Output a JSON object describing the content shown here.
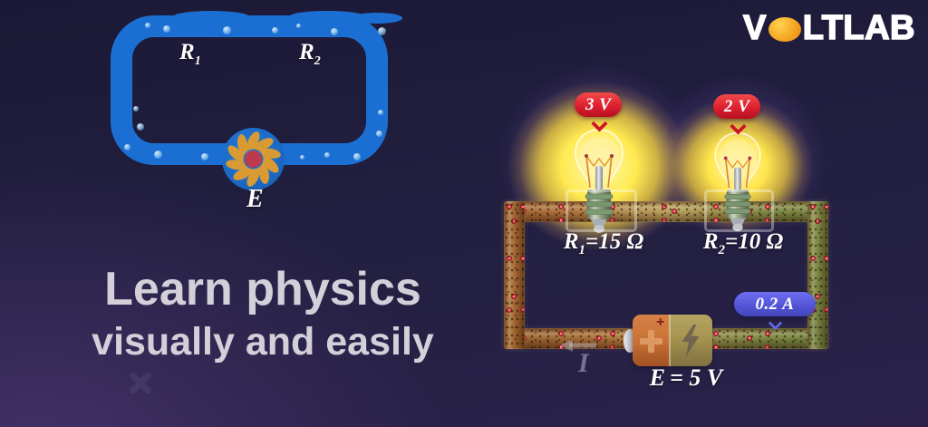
{
  "brand": {
    "name_prefix": "V",
    "name_suffix": "LTLAB",
    "o_icon": "orange-ellipse-o"
  },
  "headline": {
    "line1": "Learn physics",
    "line2": "visually and easily"
  },
  "pipe_diagram": {
    "r1": {
      "symbol": "R",
      "sub": "1"
    },
    "r2": {
      "symbol": "R",
      "sub": "2"
    },
    "pump_label": "E"
  },
  "circuit_diagram": {
    "bulb1": {
      "voltage": "3 V",
      "r_symbol": "R",
      "r_sub": "1",
      "r_value": "=15 Ω"
    },
    "bulb2": {
      "voltage": "2 V",
      "r_symbol": "R",
      "r_sub": "2",
      "r_value": "=10 Ω"
    },
    "current": {
      "badge": "0.2 A",
      "arrow_label": "I"
    },
    "battery": {
      "symbol": "E",
      "value": "= 5 V",
      "polarity": "+"
    }
  },
  "colors": {
    "background_top": "#1c1937",
    "background_bottom": "#2a224a",
    "pipe_blue": "#1c6fd2",
    "glow_yellow": "#ffe84f",
    "badge_red": "#dd2030",
    "badge_indigo": "#5153d4",
    "wire_copper": "#a2632a",
    "wire_olive": "#6f7c36",
    "logo_orange": "#f6a623",
    "headline_gray": "#d3d0da"
  }
}
